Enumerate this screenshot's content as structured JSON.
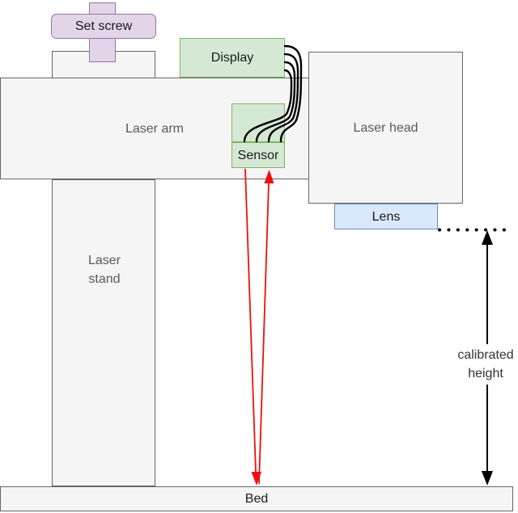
{
  "diagram": {
    "nodes": {
      "set_screw": {
        "label": "Set screw",
        "fill": "#e1d5e7",
        "border": "#9673a6"
      },
      "display": {
        "label": "Display",
        "fill": "#d5e8d4",
        "border": "#82b366"
      },
      "laser_arm": {
        "label": "Laser arm",
        "fill": "#f5f5f5",
        "border": "#666666"
      },
      "laser_head": {
        "label": "Laser head",
        "fill": "#f5f5f5",
        "border": "#666666"
      },
      "sensor": {
        "label": "Sensor",
        "fill": "#d5e8d4",
        "border": "#82b366"
      },
      "laser_stand": {
        "label": "Laser stand",
        "fill": "#f5f5f5",
        "border": "#666666"
      },
      "lens": {
        "label": "Lens",
        "fill": "#dae8fc",
        "border": "#6c8ebf"
      },
      "bed": {
        "label": "Bed",
        "fill": "#f5f5f5",
        "border": "#666666"
      }
    },
    "annotations": {
      "calibrated_height": {
        "label": "calibrated height",
        "style": "vertical double-headed arrow between dotted lens line and bed"
      }
    },
    "connectors": {
      "display_sensor_wires": {
        "count": 4,
        "color": "#000000",
        "style": "curved"
      },
      "laser_beam": {
        "color": "#f20d0d",
        "style": "two red arrows between Sensor and Bed"
      },
      "lens_reference_line": {
        "color": "#000000",
        "style": "dotted horizontal"
      }
    },
    "colors": {
      "background": "#ffffff",
      "gray_fill": "#f5f5f5",
      "gray_border": "#666666",
      "green_fill": "#d5e8d4",
      "green_border": "#82b366",
      "purple_fill": "#e1d5e7",
      "purple_border": "#9673a6",
      "blue_fill": "#dae8fc",
      "blue_border": "#6c8ebf",
      "beam_red": "#f20d0d",
      "label_dark": "#1a1a1a",
      "label_gray": "#595959"
    }
  }
}
